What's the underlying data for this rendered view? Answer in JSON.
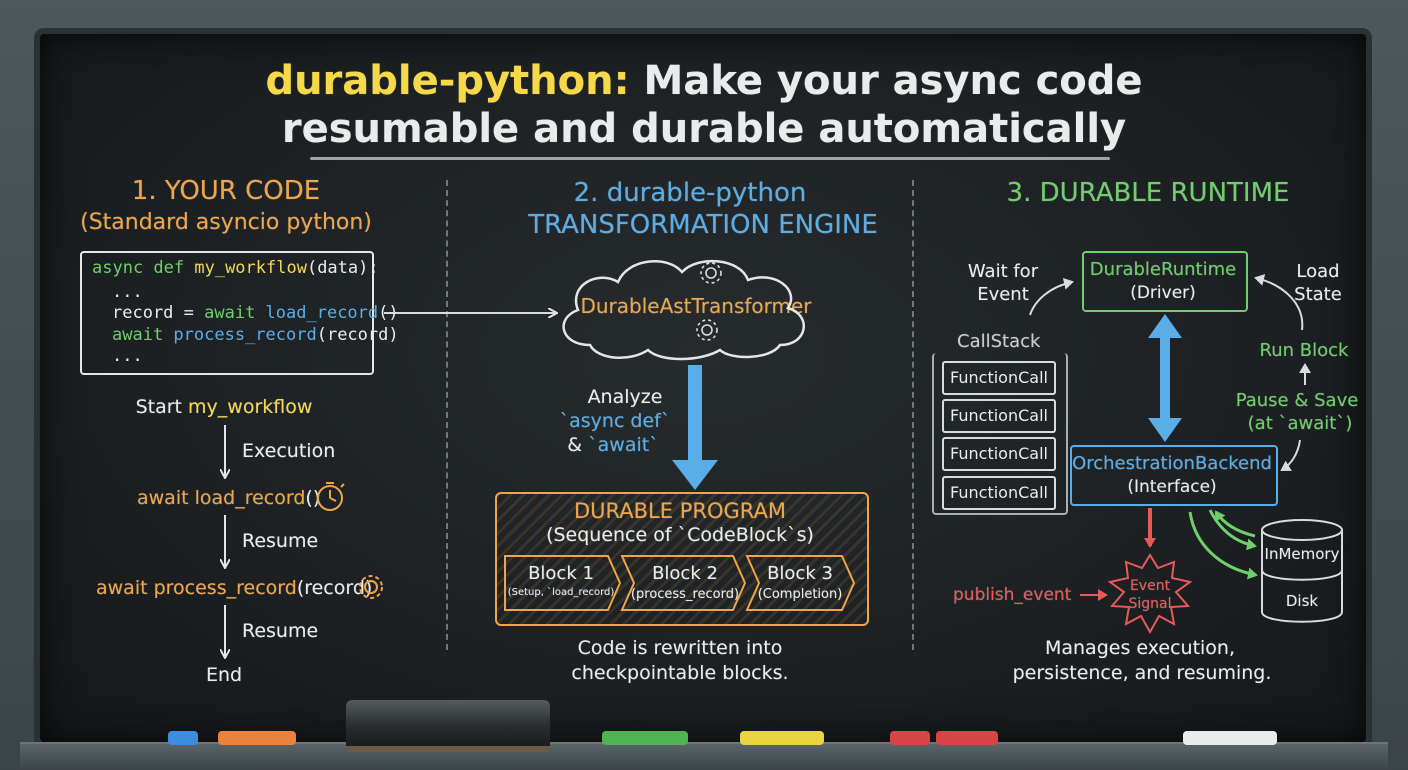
{
  "title": {
    "highlight": "durable-python:",
    "line1_rest": " Make your async code",
    "line2": "resumable and durable automatically"
  },
  "col1": {
    "heading": "1. YOUR CODE",
    "subheading": "(Standard asyncio python)",
    "code": {
      "l1_kw": "async def",
      "l1_fn": " my_workflow",
      "l1_rest": "(data):",
      "l2": "...",
      "l3_a": "record = ",
      "l3_kw": "await",
      "l3_fn": " load_record",
      "l3_rest": "()",
      "l4_kw": "await",
      "l4_fn": " process_record",
      "l4_rest": "(record)",
      "l5": "..."
    },
    "flow": {
      "start_a": "Start ",
      "start_b": "my_workflow",
      "exec": "Execution",
      "await1_a": "await load_record",
      "await1_b": "()",
      "resume1": "Resume",
      "await2_a": "await process_record",
      "await2_b": "(record)",
      "resume2": "Resume",
      "end": "End"
    }
  },
  "col2": {
    "heading1": "2. durable-python",
    "heading2": "TRANSFORMATION ENGINE",
    "cloud_label": "DurableAstTransformer",
    "analyze1": "Analyze",
    "analyze2": "`async def`",
    "analyze3_a": "& ",
    "analyze3_b": "`await`",
    "program_title": "DURABLE PROGRAM",
    "program_sub": "(Sequence of `CodeBlock`s)",
    "blocks": [
      {
        "name": "Block 1",
        "desc": "(Setup, `load_record)"
      },
      {
        "name": "Block 2",
        "desc": "(process_record)"
      },
      {
        "name": "Block 3",
        "desc": "(Completion)"
      }
    ],
    "caption1": "Code is rewritten into",
    "caption2": "checkpointable blocks."
  },
  "col3": {
    "heading": "3. DURABLE RUNTIME",
    "driver_title": "DurableRuntime",
    "driver_sub": "(Driver)",
    "wait1": "Wait for",
    "wait2": "Event",
    "load1": "Load",
    "load2": "State",
    "callstack": "CallStack",
    "calls": [
      "FunctionCall",
      "FunctionCall",
      "FunctionCall",
      "FunctionCall"
    ],
    "run_block": "Run Block",
    "pause1": "Pause & Save",
    "pause2": "(at `await`)",
    "backend_title": "OrchestrationBackend",
    "backend_sub": "(Interface)",
    "publish": "publish_event",
    "event1": "Event",
    "event2": "Signal",
    "store1": "InMemory",
    "store2": "Disk",
    "caption1": "Manages execution,",
    "caption2": "persistence, and resuming."
  },
  "colors": {
    "orange": "#f0a548",
    "blue": "#5aaee8",
    "green": "#6fcf6a",
    "red": "#e85a57",
    "yellow": "#f3d857"
  }
}
